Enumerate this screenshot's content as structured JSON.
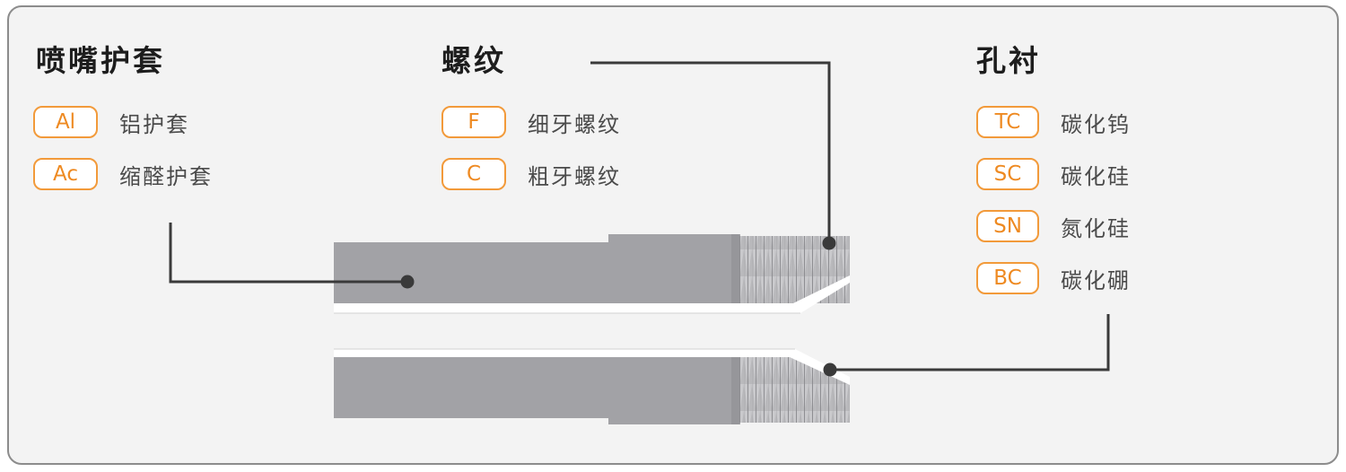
{
  "groups": [
    {
      "title": "喷嘴护套",
      "items": [
        {
          "code": "Al",
          "label": "铝护套"
        },
        {
          "code": "Ac",
          "label": "缩醛护套"
        }
      ]
    },
    {
      "title": "螺纹",
      "items": [
        {
          "code": "F",
          "label": "细牙螺纹"
        },
        {
          "code": "C",
          "label": "粗牙螺纹"
        }
      ]
    },
    {
      "title": "孔衬",
      "items": [
        {
          "code": "TC",
          "label": "碳化钨"
        },
        {
          "code": "SC",
          "label": "碳化硅"
        },
        {
          "code": "SN",
          "label": "氮化硅"
        },
        {
          "code": "BC",
          "label": "碳化硼"
        }
      ]
    }
  ],
  "colors": {
    "accent": "#f29a3a",
    "nozzle_body": "#a2a2a6",
    "leader_line": "#3a3a3a",
    "panel_background": "#f3f3f3"
  }
}
